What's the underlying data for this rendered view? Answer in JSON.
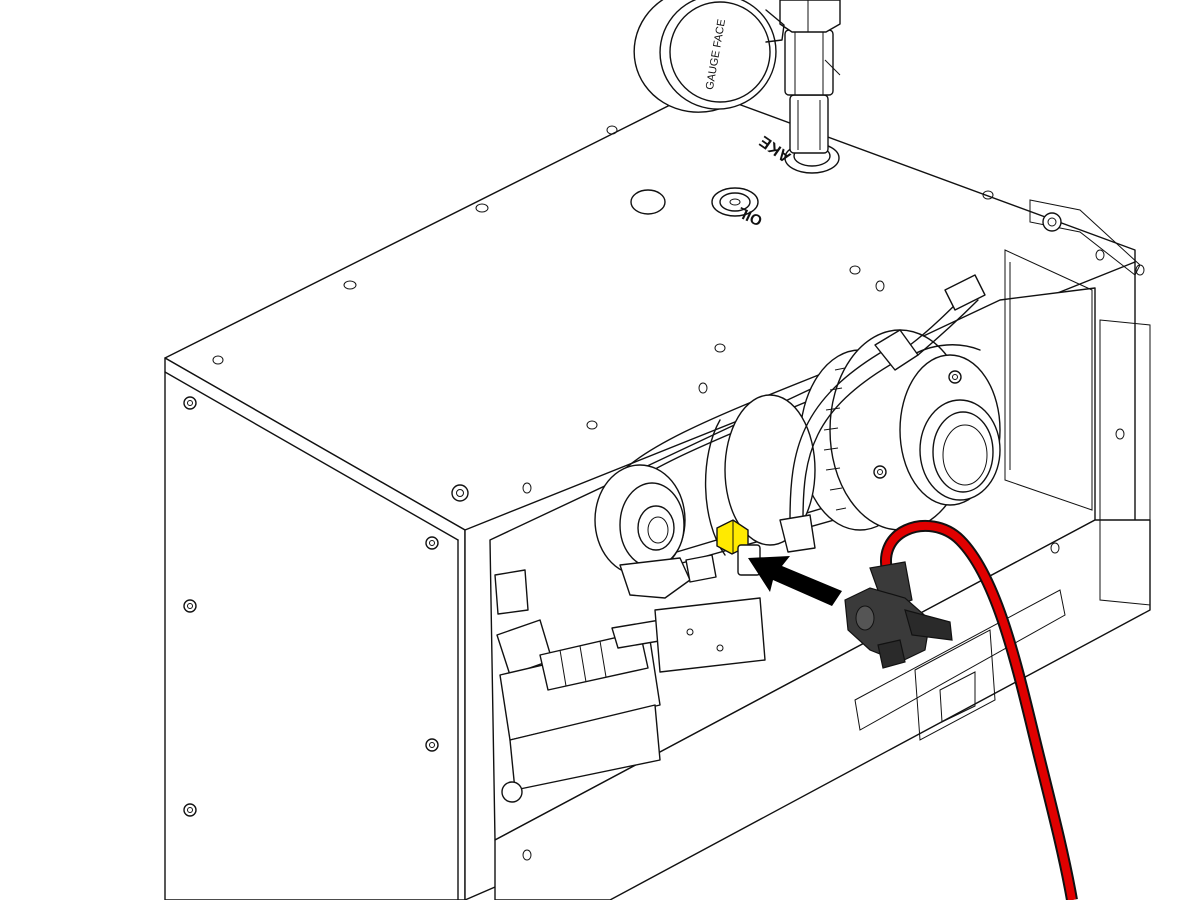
{
  "labels": {
    "gauge_face": "GAUGE FACE",
    "intake": "AKE",
    "oil": "OIL"
  },
  "colors": {
    "hose": "#e00000",
    "fitting_highlight": "#ffea00",
    "valve": "#3a3a3a",
    "arrow": "#000000"
  },
  "icons": {
    "pointer": "arrow-icon"
  }
}
